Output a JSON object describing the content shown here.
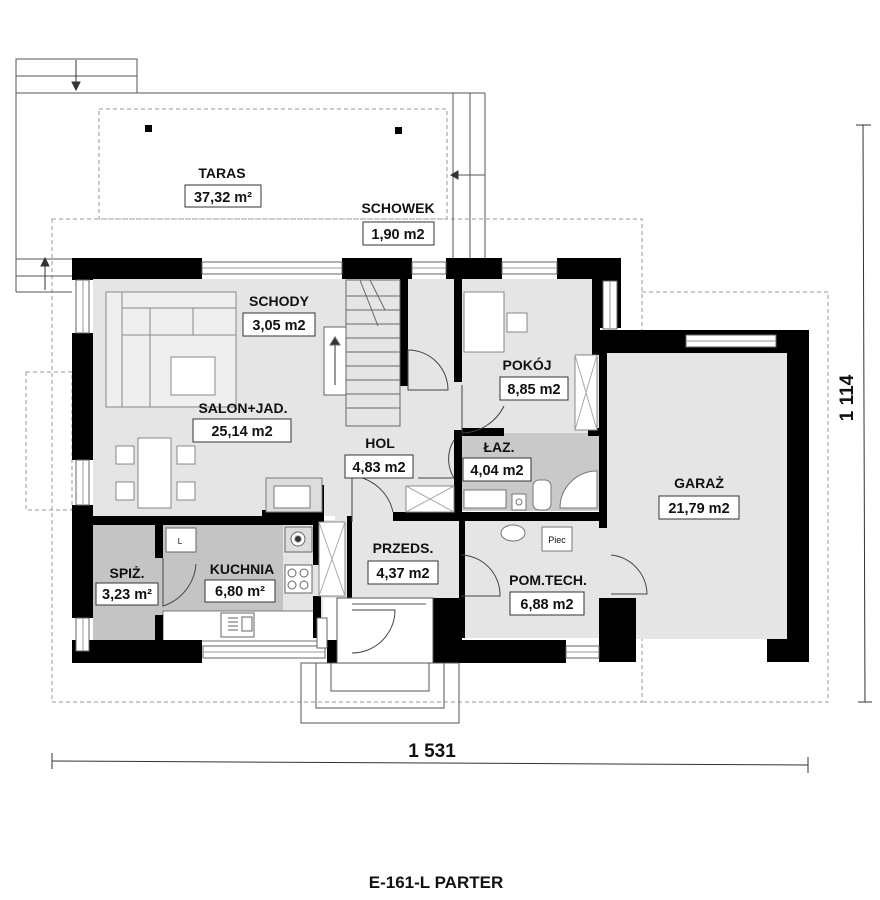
{
  "plan": {
    "caption": "E-161-L PARTER",
    "dimensions": {
      "width": "1 531",
      "depth": "1 114"
    },
    "rooms": {
      "taras": {
        "name": "TARAS",
        "area": "37,32 m²"
      },
      "schowek": {
        "name": "SCHOWEK",
        "area": "1,90 m2"
      },
      "schody": {
        "name": "SCHODY",
        "area": "3,05 m2"
      },
      "salon": {
        "name": "SALON+JAD.",
        "area": "25,14 m2"
      },
      "pokoj": {
        "name": "POKÓJ",
        "area": "8,85 m2"
      },
      "hol": {
        "name": "HOL",
        "area": "4,83 m2"
      },
      "laz": {
        "name": "ŁAZ.",
        "area": "4,04 m2"
      },
      "garaz": {
        "name": "GARAŻ",
        "area": "21,79 m2"
      },
      "spiz": {
        "name": "SPIŻ.",
        "area": "3,23 m²"
      },
      "kuchnia": {
        "name": "KUCHNIA",
        "area": "6,80 m²"
      },
      "przeds": {
        "name": "PRZEDS.",
        "area": "4,37 m2"
      },
      "pomtech": {
        "name": "POM.TECH.",
        "area": "6,88 m2"
      }
    },
    "fixtures": {
      "piec": "Piec",
      "l": "L"
    },
    "colors": {
      "wall": "#000000",
      "floor": "#e5e5e5",
      "floor_dark": "#c4c4c4",
      "line": "#777777",
      "dash": "#999999"
    }
  }
}
